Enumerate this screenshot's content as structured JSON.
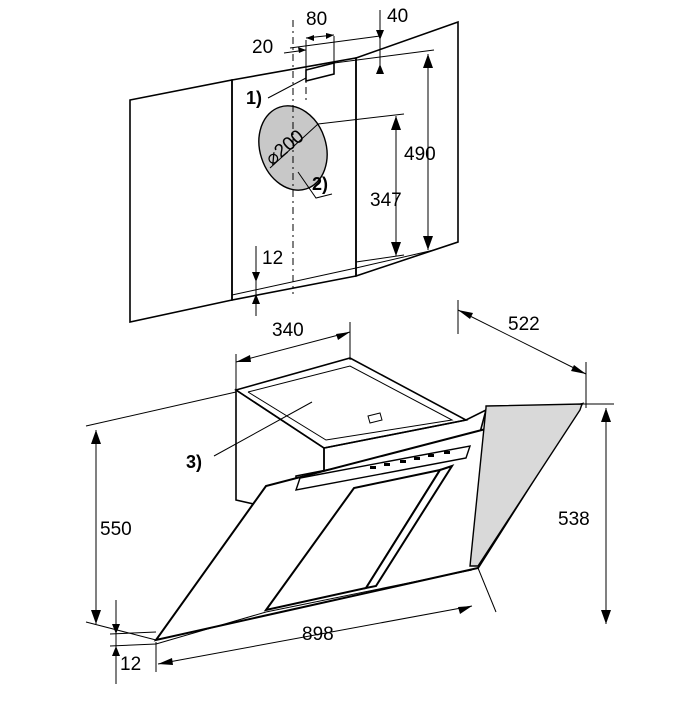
{
  "colors": {
    "panel_fill": "#d9d9d9",
    "outlet_fill": "#c8c8c8",
    "line": "#000000",
    "background": "#ffffff"
  },
  "wall_diagram": {
    "dim_bracket_offset": "20",
    "dim_bracket_width": "80",
    "dim_bracket_right": "40",
    "dim_duct_diameter": "⌀200",
    "dim_total_height": "490",
    "dim_duct_height": "347",
    "dim_bottom_offset": "12",
    "callout_bracket": "1)",
    "callout_duct": "2)"
  },
  "hood_diagram": {
    "dim_chimney_width": "340",
    "dim_depth": "522",
    "dim_height_left": "550",
    "dim_height_right": "538",
    "dim_width": "898",
    "dim_bottom_offset": "12",
    "callout_chimney_top": "3)"
  }
}
